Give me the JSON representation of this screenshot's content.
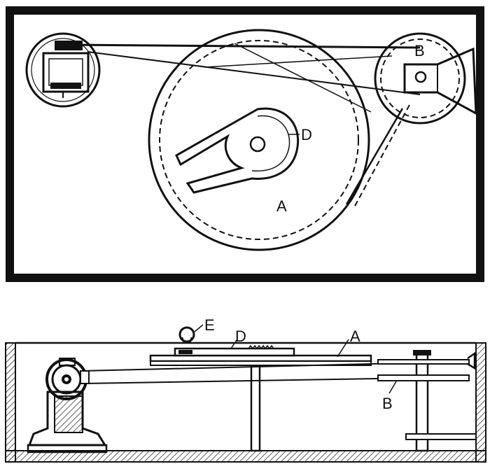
{
  "labels": {
    "a_top": "A",
    "b_top": "B",
    "d_top": "D",
    "a_side": "A",
    "b_side": "B",
    "d_side": "D",
    "e_side": "E"
  },
  "colors": {
    "ink": "#111111",
    "paper": "#ffffff",
    "hatch": "#333333"
  }
}
